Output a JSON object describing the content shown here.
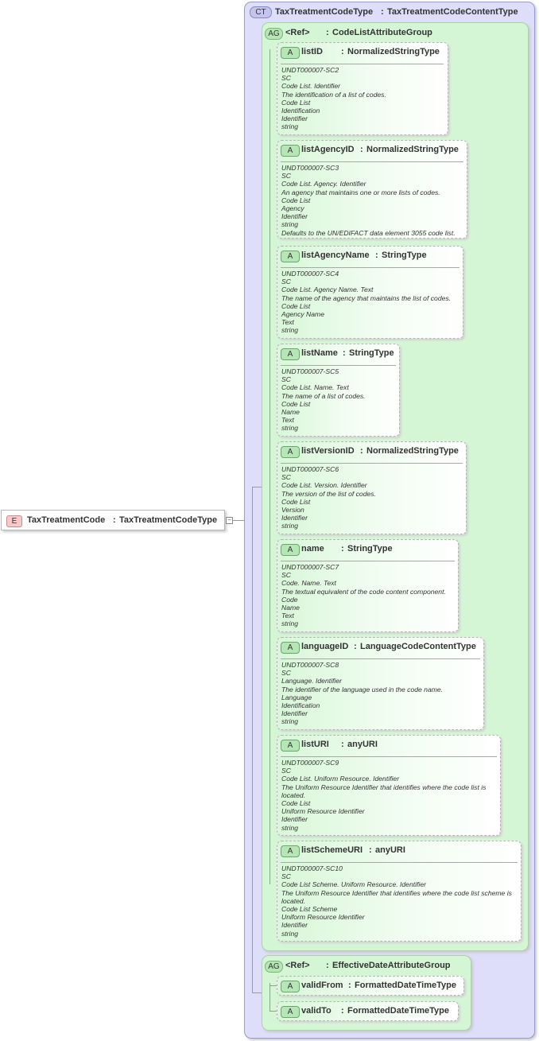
{
  "element": {
    "badge": "E",
    "name": "TaxTreatmentCode",
    "type": "TaxTreatmentCodeType"
  },
  "complex_type": {
    "badge": "CT",
    "name": "TaxTreatmentCodeType",
    "type": "TaxTreatmentCodeContentType"
  },
  "groups": [
    {
      "badge": "AG",
      "name": "<Ref>",
      "type": "CodeListAttributeGroup",
      "attributes": [
        {
          "badge": "A",
          "name": "listID",
          "type": "NormalizedStringType",
          "doc": [
            "UNDT000007-SC2",
            "SC",
            "Code List. Identifier",
            "The identification of a list of codes.",
            "Code List",
            "Identification",
            "Identifier",
            "string"
          ]
        },
        {
          "badge": "A",
          "name": "listAgencyID",
          "type": "NormalizedStringType",
          "doc": [
            "UNDT000007-SC3",
            "SC",
            "Code List. Agency. Identifier",
            "An agency that maintains one or more lists of codes.",
            "Code List",
            "Agency",
            "Identifier",
            "string",
            "Defaults to the UN/EDIFACT data element 3055 code list."
          ]
        },
        {
          "badge": "A",
          "name": "listAgencyName",
          "type": "StringType",
          "doc": [
            "UNDT000007-SC4",
            "SC",
            "Code List. Agency Name. Text",
            "The name of the agency that maintains the list of codes.",
            "Code List",
            "Agency Name",
            "Text",
            "string"
          ]
        },
        {
          "badge": "A",
          "name": "listName",
          "type": "StringType",
          "doc": [
            "UNDT000007-SC5",
            "SC",
            "Code List. Name. Text",
            "The name of a list of codes.",
            "Code List",
            "Name",
            "Text",
            "string"
          ]
        },
        {
          "badge": "A",
          "name": "listVersionID",
          "type": "NormalizedStringType",
          "doc": [
            "UNDT000007-SC6",
            "SC",
            "Code List. Version. Identifier",
            "The version of the list of codes.",
            "Code List",
            "Version",
            "Identifier",
            "string"
          ]
        },
        {
          "badge": "A",
          "name": "name",
          "type": "StringType",
          "doc": [
            "UNDT000007-SC7",
            "SC",
            "Code. Name. Text",
            "The textual equivalent of the code content component.",
            "Code",
            "Name",
            "Text",
            "string"
          ]
        },
        {
          "badge": "A",
          "name": "languageID",
          "type": "LanguageCodeContentType",
          "doc": [
            "UNDT000007-SC8",
            "SC",
            "Language. Identifier",
            "The identifier of the language used in the code name.",
            "Language",
            "Identification",
            "Identifier",
            "string"
          ]
        },
        {
          "badge": "A",
          "name": "listURI",
          "type": "anyURI",
          "doc": [
            "UNDT000007-SC9",
            "SC",
            "Code List. Uniform Resource. Identifier",
            "The Uniform Resource Identifier that identifies where the code list is located.",
            "Code List",
            "Uniform Resource Identifier",
            "Identifier",
            "string"
          ]
        },
        {
          "badge": "A",
          "name": "listSchemeURI",
          "type": "anyURI",
          "doc": [
            "UNDT000007-SC10",
            "SC",
            "Code List Scheme. Uniform Resource. Identifier",
            "The Uniform Resource Identifier that identifies where the code list scheme is located.",
            "Code List Scheme",
            "Uniform Resource Identifier",
            "Identifier",
            "string"
          ]
        }
      ]
    },
    {
      "badge": "AG",
      "name": "<Ref>",
      "type": "EffectiveDateAttributeGroup",
      "attributes": [
        {
          "badge": "A",
          "name": "validFrom",
          "type": "FormattedDateTimeType",
          "doc": []
        },
        {
          "badge": "A",
          "name": "validTo",
          "type": "FormattedDateTimeType",
          "doc": []
        }
      ]
    }
  ]
}
